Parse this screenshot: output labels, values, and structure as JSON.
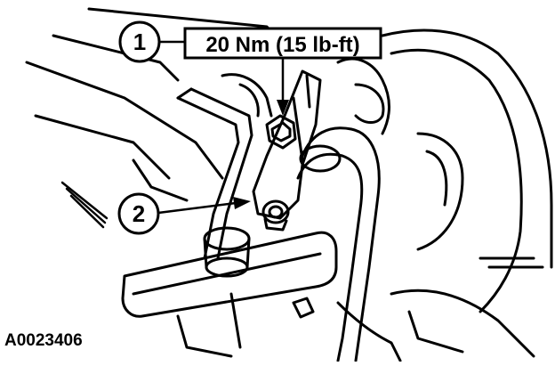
{
  "callouts": [
    {
      "number": "1",
      "spec": "20 Nm (15 lb-ft)"
    },
    {
      "number": "2"
    }
  ],
  "figure_id": "A0023406",
  "colors": {
    "ink": "#000000",
    "paper": "#ffffff"
  }
}
